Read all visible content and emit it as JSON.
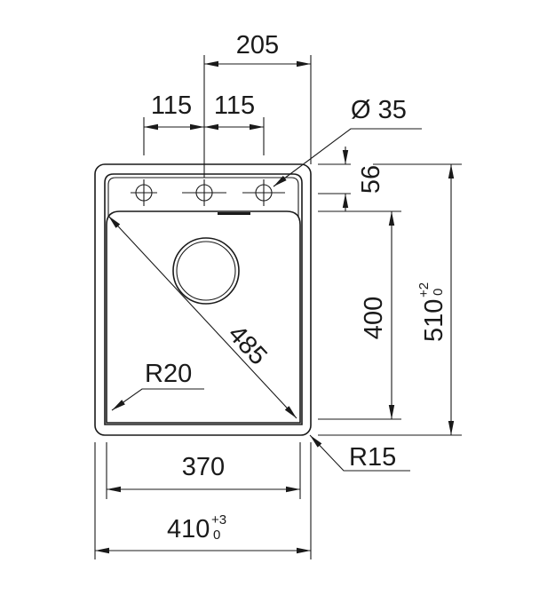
{
  "drawing": {
    "dimensions": {
      "tap_span": "205",
      "tap_spacing_left": "115",
      "tap_spacing_right": "115",
      "tap_hole_diameter": "Ø 35",
      "deck_depth": "56",
      "bowl_length": "400",
      "overall_length": "510",
      "overall_length_tol_upper": "+2",
      "overall_length_tol_lower": "0",
      "diagonal": "485",
      "inner_radius": "R20",
      "outer_radius": "R15",
      "bowl_width": "370",
      "overall_width": "410",
      "overall_width_tol_upper": "+3",
      "overall_width_tol_lower": "0"
    },
    "line_color": "#1a1a1a"
  }
}
